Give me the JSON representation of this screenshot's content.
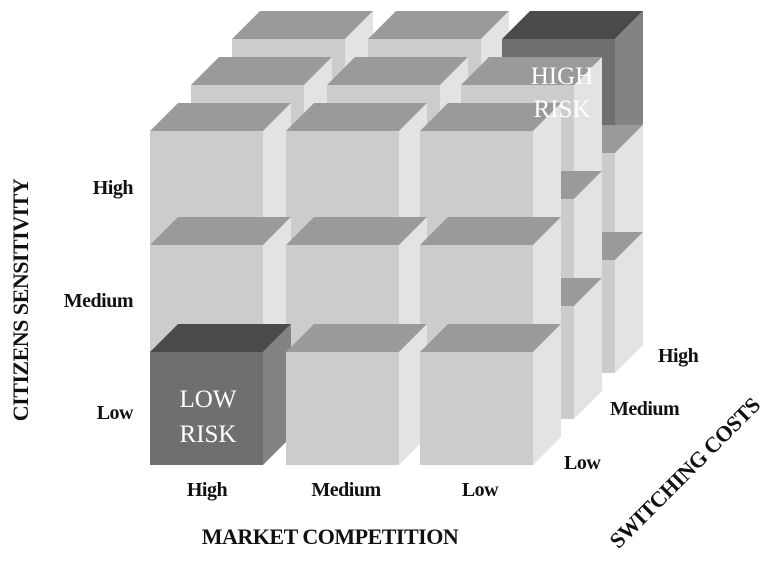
{
  "axes": {
    "y_title": "CITIZENS SENSITIVITY",
    "x_title": "MARKET COMPETITION",
    "z_title": "SWITCHING COSTS"
  },
  "y_labels": [
    "High",
    "Medium",
    "Low"
  ],
  "x_labels": [
    "High",
    "Medium",
    "Low"
  ],
  "z_labels": [
    "High",
    "Medium",
    "Low"
  ],
  "highlight": {
    "high_risk": {
      "line1": "HIGH",
      "line2": "RISK"
    },
    "low_risk": {
      "line1": "LOW",
      "line2": "RISK"
    }
  },
  "colors": {
    "cube_front": "#cccccc",
    "cube_top": "#9a9a9a",
    "cube_side": "#e3e3e3",
    "dark_front": "#6f6f6f",
    "dark_top": "#4a4a4a",
    "dark_side": "#838383"
  }
}
